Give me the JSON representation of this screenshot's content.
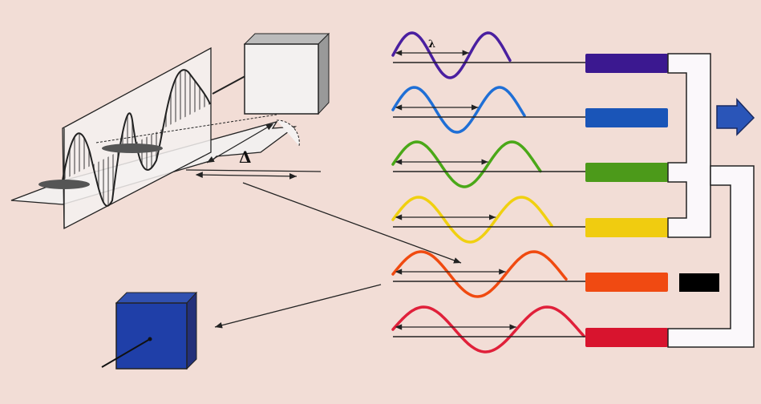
{
  "labels": {
    "lambda": "λ",
    "delta": "Δ"
  },
  "colors": {
    "background": "#f2ddd6",
    "arrow": "#2a55b8",
    "detector_front": "#1f3fa8",
    "absorber": "#000000"
  },
  "spectrum_rows": [
    {
      "name": "violet",
      "color": "#4a1fa0",
      "bar_color": "#3b1890",
      "wavelength_rel": 1.0
    },
    {
      "name": "blue",
      "color": "#1f6fd6",
      "bar_color": "#1a55b8",
      "wavelength_rel": 1.12
    },
    {
      "name": "green",
      "color": "#4aa818",
      "bar_color": "#4c9a1a",
      "wavelength_rel": 1.25
    },
    {
      "name": "yellow",
      "color": "#f0d010",
      "bar_color": "#f0cc10",
      "wavelength_rel": 1.35
    },
    {
      "name": "orange",
      "color": "#f04a10",
      "bar_color": "#f04a12",
      "wavelength_rel": 1.48
    },
    {
      "name": "red",
      "color": "#e0203a",
      "bar_color": "#d8142e",
      "wavelength_rel": 1.62
    }
  ]
}
